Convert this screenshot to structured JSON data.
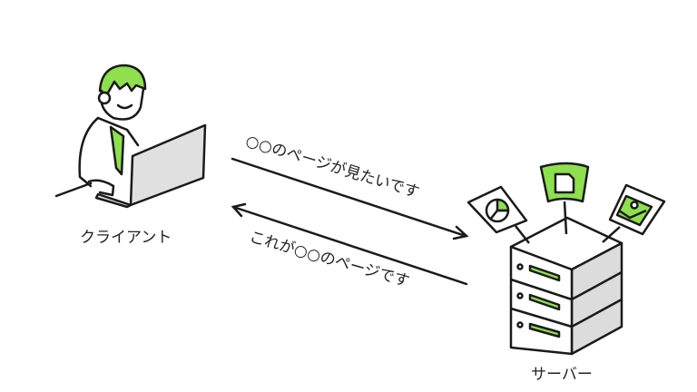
{
  "client": {
    "label": "クライアント"
  },
  "server": {
    "label": "サーバー"
  },
  "request": {
    "text": "○○のページが見たいです"
  },
  "response": {
    "text": "これが○○のページです"
  },
  "colors": {
    "accent": "#8ee04e",
    "stroke": "#1a1a1a",
    "gray": "#dcdcdc"
  }
}
